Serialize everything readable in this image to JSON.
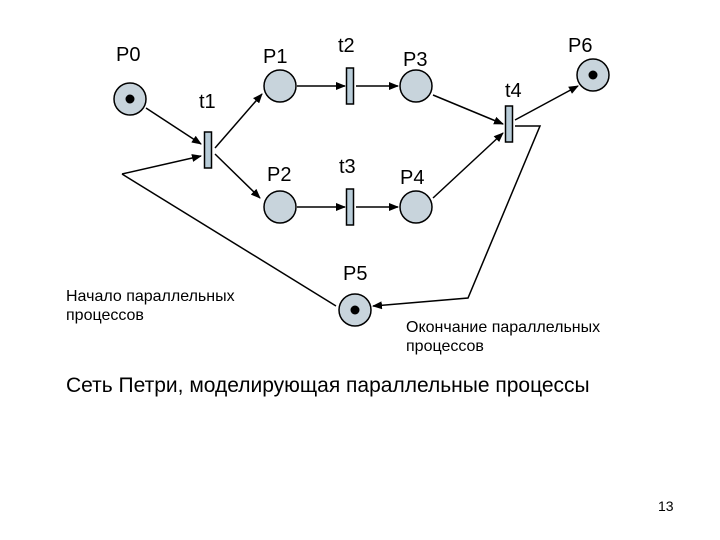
{
  "places": [
    {
      "id": "p0",
      "label": "P0",
      "token": true
    },
    {
      "id": "p1",
      "label": "P1",
      "token": false
    },
    {
      "id": "p2",
      "label": "P2",
      "token": false
    },
    {
      "id": "p3",
      "label": "P3",
      "token": false
    },
    {
      "id": "p4",
      "label": "P4",
      "token": false
    },
    {
      "id": "p5",
      "label": "P5",
      "token": true
    },
    {
      "id": "p6",
      "label": "P6",
      "token": true
    }
  ],
  "transitions": [
    {
      "id": "t1",
      "label": "t1"
    },
    {
      "id": "t2",
      "label": "t2"
    },
    {
      "id": "t3",
      "label": "t3"
    },
    {
      "id": "t4",
      "label": "t4"
    }
  ],
  "notes": {
    "start": "Начало параллельных процессов",
    "end": "Окончание параллельных процессов"
  },
  "caption": "Сеть Петри, моделирующая параллельные процессы",
  "page_number": "13",
  "colors": {
    "place_fill": "#c8d4dc",
    "transition_fill": "#b8ccd8",
    "stroke": "#000000"
  }
}
